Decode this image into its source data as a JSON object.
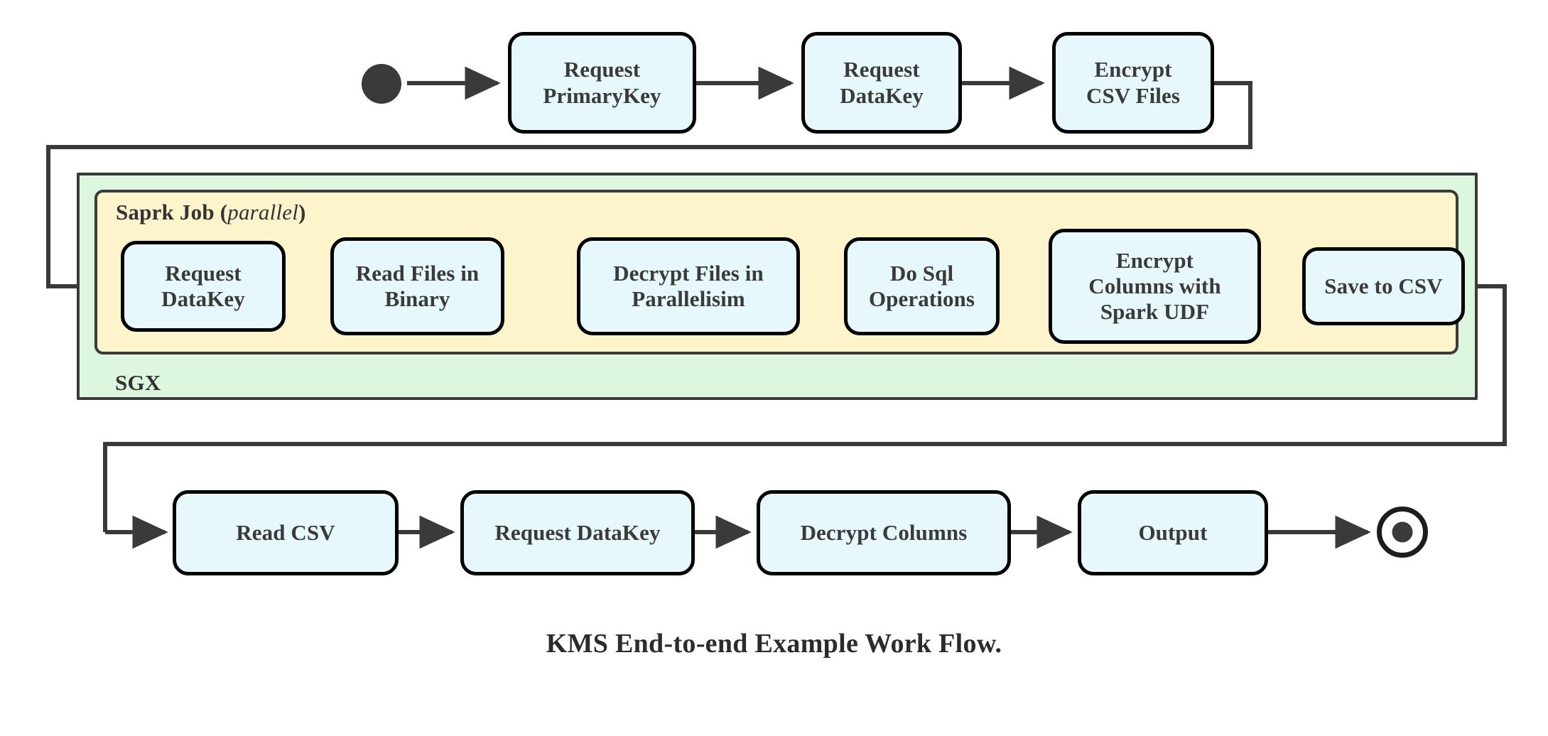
{
  "diagram": {
    "caption": "KMS End-to-end Example Work Flow.",
    "colors": {
      "node_fill": "#e6f8fb",
      "node_stroke": "#000000",
      "sgx_fill": "#ddf7de",
      "spark_fill": "#fdf4cb",
      "container_stroke": "#3a3a3a",
      "edge_stroke": "#3a3a3a",
      "text": "#3a3a3a",
      "background": "#ffffff"
    },
    "markers": {
      "start": "initial-state-node",
      "end": "final-state-node"
    },
    "containers": [
      {
        "id": "sgx",
        "label": "SGX",
        "label_position": "bottom-left"
      },
      {
        "id": "spark",
        "label": "Saprk Job",
        "annotation": "parallel",
        "annotation_open": " (",
        "annotation_close": ")",
        "label_position": "top-left"
      }
    ],
    "rows": {
      "top": [
        {
          "id": "request-primarykey",
          "label": "Request\nPrimaryKey"
        },
        {
          "id": "request-datakey-top",
          "label": "Request\nDataKey"
        },
        {
          "id": "encrypt-csv-files",
          "label": "Encrypt\nCSV Files"
        }
      ],
      "spark": [
        {
          "id": "request-datakey-spark",
          "label": "Request\nDataKey"
        },
        {
          "id": "read-files-in-binary",
          "label": "Read Files in\nBinary"
        },
        {
          "id": "decrypt-files-parallel",
          "label": "Decrypt Files in\nParallelisim"
        },
        {
          "id": "do-sql-operations",
          "label": "Do Sql\nOperations"
        },
        {
          "id": "encrypt-columns-udf",
          "label": "Encrypt\nColumns with\nSpark UDF"
        },
        {
          "id": "save-to-csv",
          "label": "Save to CSV"
        }
      ],
      "bottom": [
        {
          "id": "read-csv",
          "label": "Read CSV"
        },
        {
          "id": "request-datakey-bottom",
          "label": "Request DataKey"
        },
        {
          "id": "decrypt-columns",
          "label": "Decrypt Columns"
        },
        {
          "id": "output",
          "label": "Output"
        }
      ]
    },
    "edges": [
      {
        "from": "start",
        "to": "request-primarykey",
        "kind": "arrow"
      },
      {
        "from": "request-primarykey",
        "to": "request-datakey-top",
        "kind": "arrow"
      },
      {
        "from": "request-datakey-top",
        "to": "encrypt-csv-files",
        "kind": "arrow"
      },
      {
        "from": "encrypt-csv-files",
        "to": "request-datakey-spark",
        "kind": "routed-arrow"
      },
      {
        "from": "request-datakey-spark",
        "to": "read-files-in-binary",
        "kind": "arrow"
      },
      {
        "from": "read-files-in-binary",
        "to": "decrypt-files-parallel",
        "kind": "arrow"
      },
      {
        "from": "decrypt-files-parallel",
        "to": "do-sql-operations",
        "kind": "arrow"
      },
      {
        "from": "do-sql-operations",
        "to": "encrypt-columns-udf",
        "kind": "arrow"
      },
      {
        "from": "encrypt-columns-udf",
        "to": "save-to-csv",
        "kind": "arrow"
      },
      {
        "from": "save-to-csv",
        "to": "read-csv",
        "kind": "routed-arrow"
      },
      {
        "from": "read-csv",
        "to": "request-datakey-bottom",
        "kind": "arrow"
      },
      {
        "from": "request-datakey-bottom",
        "to": "decrypt-columns",
        "kind": "arrow"
      },
      {
        "from": "decrypt-columns",
        "to": "output",
        "kind": "arrow"
      },
      {
        "from": "output",
        "to": "end",
        "kind": "arrow"
      }
    ]
  }
}
